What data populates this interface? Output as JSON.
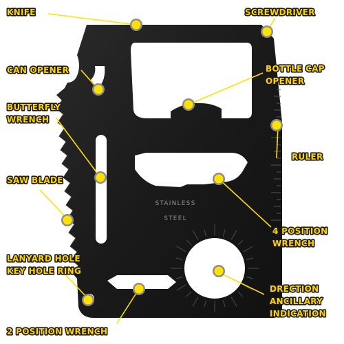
{
  "colors": {
    "card": "#1b1b1b",
    "label_fill": "#ffd300",
    "label_outline": "#1a1a1a",
    "marker": "#ffe200",
    "background": "#ffffff"
  },
  "card": {
    "engraving_line1": "STAINLESS",
    "engraving_line2": "STEEL"
  },
  "callouts": [
    {
      "id": "knife",
      "lines": [
        "KNIFE"
      ]
    },
    {
      "id": "screwdriver",
      "lines": [
        "SCREWDRIVER"
      ]
    },
    {
      "id": "can-opener",
      "lines": [
        "CAN OPENER"
      ]
    },
    {
      "id": "bottle-cap-opener",
      "lines": [
        "BOTTLE CAP",
        "OPENER"
      ]
    },
    {
      "id": "butterfly-wrench",
      "lines": [
        "BUTTERFLY",
        "WRENCH"
      ]
    },
    {
      "id": "ruler",
      "lines": [
        "RULER"
      ]
    },
    {
      "id": "saw-blade",
      "lines": [
        "SAW BLADE"
      ]
    },
    {
      "id": "4-position-wrench",
      "lines": [
        "4 POSITION",
        "WRENCH"
      ]
    },
    {
      "id": "lanyard-hole",
      "lines": [
        "LANYARD HOLE",
        "KEY HOLE RING"
      ]
    },
    {
      "id": "direction-indication",
      "lines": [
        "DRECTION",
        "ANCILLARY",
        "INDICATION"
      ]
    },
    {
      "id": "2-position-wrench",
      "lines": [
        "2 POSITION WRENCH"
      ]
    }
  ]
}
